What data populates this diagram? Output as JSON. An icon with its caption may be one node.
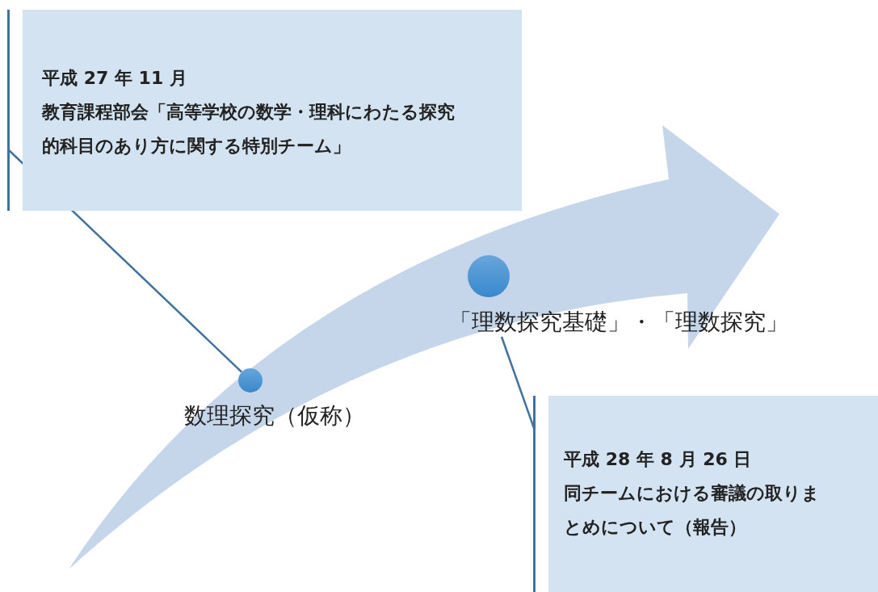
{
  "diagram": {
    "nodes": [
      {
        "text": [
          "平成 27 年 11 月",
          "教育課程部会「高等学校の数学・理科にわたる探究的科目のあり方に関する特別チーム」"
        ]
      },
      {
        "text": [],
        "shape": "circle"
      },
      {
        "text": [
          "数理探究（仮称）"
        ]
      },
      {
        "text": [],
        "shape": "circle"
      },
      {
        "text": [
          "「理数探究基礎」・「理数探究」"
        ]
      },
      {
        "text": [
          "平成 28 年 8 月 26 日",
          "同チームにおける審議の取りまとめについて（報告）"
        ]
      }
    ],
    "edges": [
      {
        "from": 0,
        "to": 1,
        "arrow": "none"
      },
      {
        "from": 5,
        "to": 4,
        "arrow": "none"
      }
    ]
  }
}
